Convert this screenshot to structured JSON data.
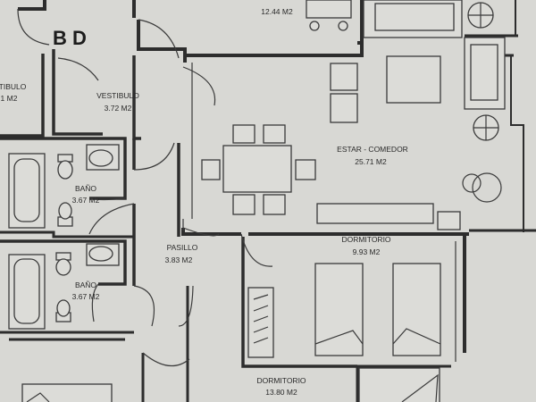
{
  "block_label": "B D",
  "rooms": {
    "top_room": {
      "name": "",
      "area": "12.44 M2"
    },
    "vestibulo_left": {
      "name": "TIBULO",
      "area": "1 M2"
    },
    "vestibulo": {
      "name": "VESTIBULO",
      "area": "3.72 M2"
    },
    "estar": {
      "name": "ESTAR - COMEDOR",
      "area": "25.71 M2"
    },
    "bano1": {
      "name": "BAÑO",
      "area": "3.67 M2"
    },
    "bano2": {
      "name": "BAÑO",
      "area": "3.67 M2"
    },
    "pasillo": {
      "name": "PASILLO",
      "area": "3.83 M2"
    },
    "dormitorio1": {
      "name": "DORMITORIO",
      "area": "9.93 M2"
    },
    "dormitorio2": {
      "name": "DORMITORIO",
      "area": "13.80 M2"
    }
  }
}
